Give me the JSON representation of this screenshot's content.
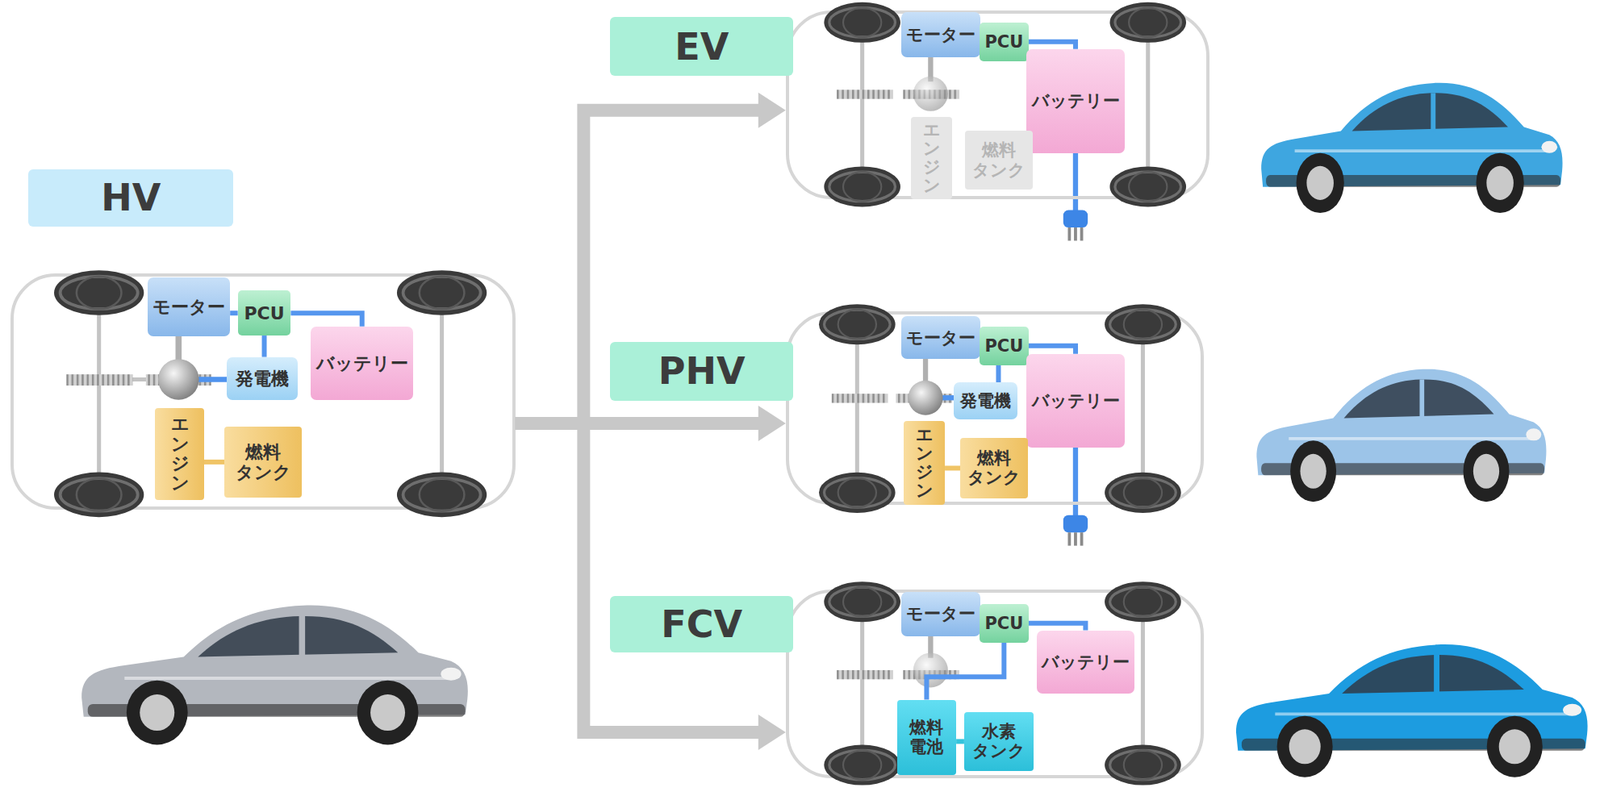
{
  "diagram": {
    "nodes": [
      {
        "text": [
          "HV"
        ]
      },
      {
        "text": [
          "モーター"
        ],
        "in": 0
      },
      {
        "text": [
          "PCU"
        ],
        "in": 0
      },
      {
        "text": [
          "バッテリー"
        ],
        "in": 0
      },
      {
        "text": [
          "発電機"
        ],
        "in": 0
      },
      {
        "text": [
          "エンジン"
        ],
        "in": 0
      },
      {
        "text": [
          "燃料 タンク"
        ],
        "in": 0
      },
      {
        "text": [
          "EV"
        ]
      },
      {
        "text": [
          "モーター"
        ],
        "in": 7
      },
      {
        "text": [
          "PCU"
        ],
        "in": 7
      },
      {
        "text": [
          "バッテリー"
        ],
        "in": 7
      },
      {
        "text": [
          "エンジン"
        ],
        "in": 7
      },
      {
        "text": [
          "燃料 タンク"
        ],
        "in": 7
      },
      {
        "text": [
          "PHV"
        ]
      },
      {
        "text": [
          "モーター"
        ],
        "in": 13
      },
      {
        "text": [
          "PCU"
        ],
        "in": 13
      },
      {
        "text": [
          "発電機"
        ],
        "in": 13
      },
      {
        "text": [
          "バッテリー"
        ],
        "in": 13
      },
      {
        "text": [
          "エンジン"
        ],
        "in": 13
      },
      {
        "text": [
          "燃料 タンク"
        ],
        "in": 13
      },
      {
        "text": [
          "FCV"
        ]
      },
      {
        "text": [
          "モーター"
        ],
        "in": 20
      },
      {
        "text": [
          "PCU"
        ],
        "in": 20
      },
      {
        "text": [
          "バッテリー"
        ],
        "in": 20
      },
      {
        "text": [
          "燃料 電池"
        ],
        "in": 20
      },
      {
        "text": [
          "水素 タンク"
        ],
        "in": 20
      }
    ],
    "edges": [
      {
        "from": 0,
        "to": 7,
        "arrow": "to"
      },
      {
        "from": 0,
        "to": 13,
        "arrow": "to"
      },
      {
        "from": 0,
        "to": 20,
        "arrow": "to"
      },
      {
        "from": 1,
        "to": 2,
        "arrow": "none"
      },
      {
        "from": 2,
        "to": 3,
        "arrow": "none"
      },
      {
        "from": 2,
        "to": 4,
        "arrow": "none"
      },
      {
        "from": 5,
        "to": 6,
        "arrow": "none"
      },
      {
        "from": 8,
        "to": 9,
        "arrow": "none"
      },
      {
        "from": 9,
        "to": 10,
        "arrow": "none"
      },
      {
        "from": 14,
        "to": 15,
        "arrow": "none"
      },
      {
        "from": 15,
        "to": 17,
        "arrow": "none"
      },
      {
        "from": 15,
        "to": 16,
        "arrow": "none"
      },
      {
        "from": 18,
        "to": 19,
        "arrow": "none"
      },
      {
        "from": 21,
        "to": 22,
        "arrow": "none"
      },
      {
        "from": 22,
        "to": 23,
        "arrow": "none"
      },
      {
        "from": 22,
        "to": 24,
        "arrow": "none"
      },
      {
        "from": 24,
        "to": 25,
        "arrow": "none"
      }
    ]
  }
}
